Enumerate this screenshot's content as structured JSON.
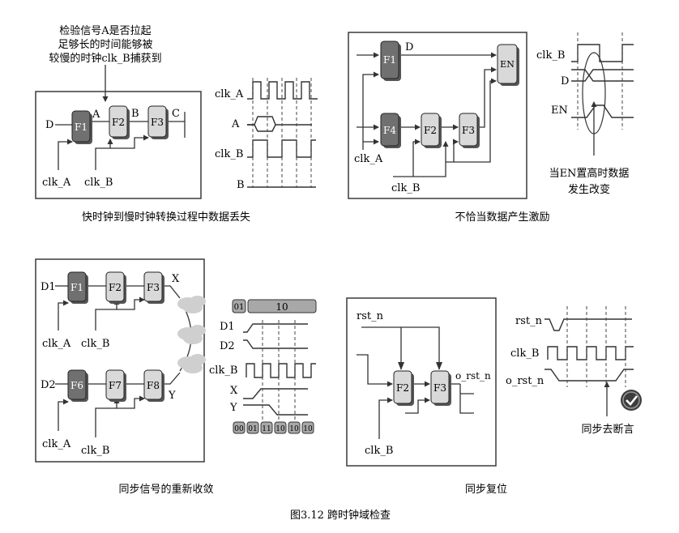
{
  "figure_caption": "图3.12 跨时钟域检查",
  "colors": {
    "frame": "#3a3a3a",
    "flop_dark": "#707070",
    "flop_light": "#d9d9d9",
    "flop_shadow": "#555555",
    "cloud": "#cfcfcf",
    "badge_fill": "#a8a8a8",
    "check": "#3d3d3d"
  },
  "panel1": {
    "annotation_lines": [
      "检验信号A是否拉起",
      "足够长的时间能够被",
      "较慢的时钟clk_B捕获到"
    ],
    "flops": [
      "F1",
      "F2",
      "F3"
    ],
    "signals": {
      "d": "D",
      "a": "A",
      "b": "B",
      "c": "C",
      "clk_a": "clk_A",
      "clk_b": "clk_B"
    },
    "wave_labels": [
      "clk_A",
      "A",
      "clk_B",
      "B"
    ],
    "caption": "快时钟到慢时钟转换过程中数据丢失"
  },
  "panel2": {
    "flops": [
      "F1",
      "F4",
      "F2",
      "F3",
      "EN"
    ],
    "signals": {
      "d": "D",
      "clk_a": "clk_A",
      "clk_b": "clk_B"
    },
    "wave_labels": [
      "clk_B",
      "D",
      "EN"
    ],
    "note_lines": [
      "当EN置高时数据",
      "发生改变"
    ],
    "caption": "不恰当数据产生激励"
  },
  "panel3": {
    "flops": [
      "F1",
      "F2",
      "F3",
      "F6",
      "F7",
      "F8"
    ],
    "signals": {
      "d1": "D1",
      "d2": "D2",
      "x": "X",
      "y": "Y",
      "clk_a": "clk_A",
      "clk_b": "clk_B"
    },
    "wave_labels": [
      "D1",
      "D2",
      "clk_B",
      "X",
      "Y"
    ],
    "bus_top": [
      "01",
      "10"
    ],
    "bus_bottom": [
      "00",
      "01",
      "11",
      "10",
      "10",
      "10"
    ],
    "caption": "同步信号的重新收敛"
  },
  "panel4": {
    "flops": [
      "F2",
      "F3"
    ],
    "signals": {
      "rst_n": "rst_n",
      "o_rst_n": "o_rst_n",
      "clk_b": "clk_B"
    },
    "wave_labels": [
      "rst_n",
      "clk_B",
      "o_rst_n"
    ],
    "note": "同步去断言",
    "caption": "同步复位"
  }
}
